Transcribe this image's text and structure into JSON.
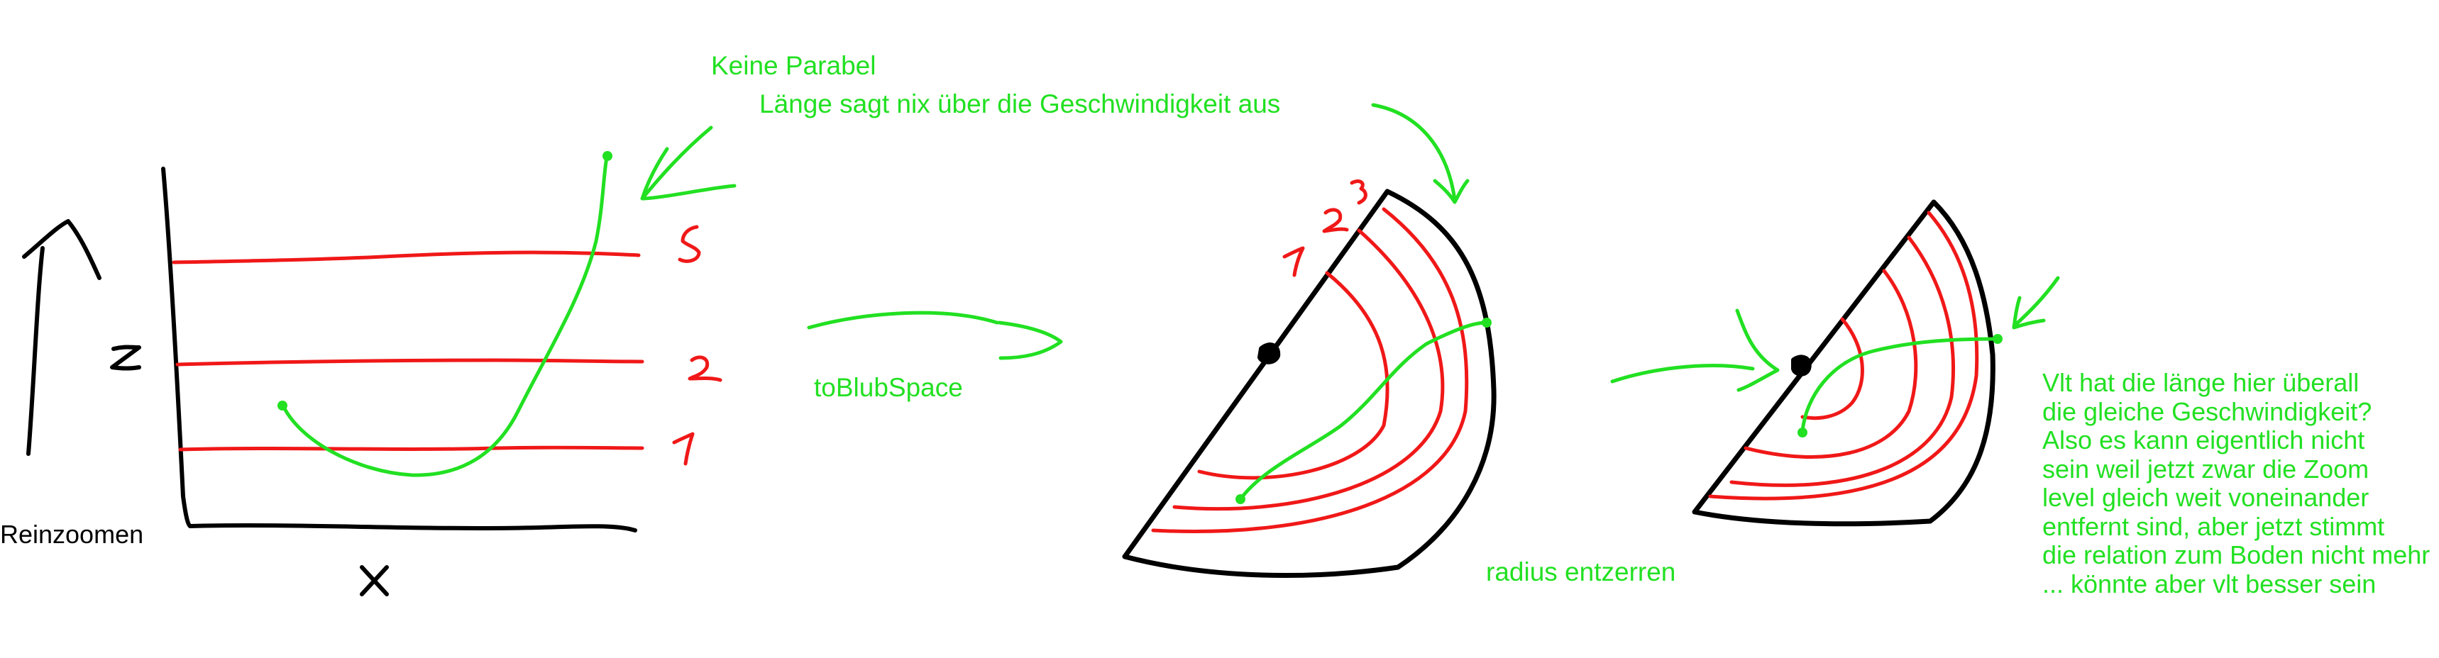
{
  "colors": {
    "ink": "#000000",
    "zoom_level_lines": "#f01818",
    "annotation": "#22e022",
    "background": "#ffffff"
  },
  "labels": {
    "keine_parabel": "Keine Parabel",
    "laenge": "Länge sagt nix über die Geschwindigkeit aus",
    "to_blub_space": "toBlubSpace",
    "radius_entzerren": "radius entzerren",
    "reinzoomen": "Reinzoomen"
  },
  "note_lines": [
    "Vlt hat die länge hier überall",
    "die gleiche Geschwindigkeit?",
    "Also es kann eigentlich nicht",
    "sein weil jetzt zwar die Zoom",
    "level gleich weit voneinander",
    "entfernt sind, aber jetzt stimmt",
    "die relation zum Boden nicht mehr",
    "... könnte aber vlt besser sein"
  ],
  "handwritten": {
    "axis_y": "z",
    "axis_x": "x",
    "level_1": "1",
    "level_2": "2",
    "level_3": "3"
  }
}
